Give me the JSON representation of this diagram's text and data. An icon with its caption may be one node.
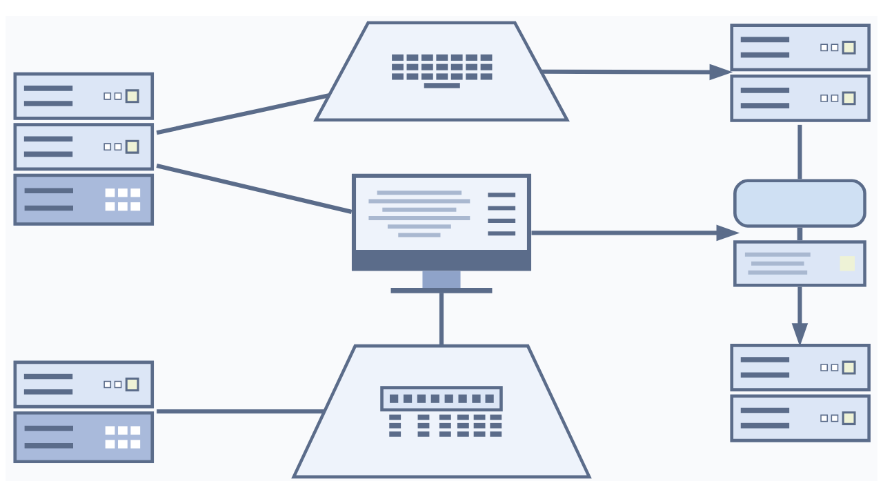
{
  "diagram": {
    "nodes": [
      {
        "text": [],
        "shape": "picture"
      },
      {
        "text": [],
        "shape": "picture"
      },
      {
        "text": [],
        "shape": "picture"
      },
      {
        "text": [],
        "shape": "picture"
      },
      {
        "text": [],
        "shape": "picture"
      },
      {
        "text": [],
        "shape": "picture"
      },
      {
        "text": [],
        "shape": "picture"
      },
      {
        "text": [],
        "shape": "picture"
      }
    ],
    "edges": [
      {
        "from": 2,
        "to": 0,
        "arrow": "none"
      },
      {
        "from": 2,
        "to": 3,
        "arrow": "none"
      },
      {
        "from": 0,
        "to": 1,
        "arrow": "to"
      },
      {
        "from": 3,
        "to": 4,
        "arrow": "to"
      },
      {
        "from": 1,
        "to": 4,
        "arrow": "none"
      },
      {
        "from": 4,
        "to": 7,
        "arrow": "to"
      },
      {
        "from": 3,
        "to": 6,
        "arrow": "none"
      },
      {
        "from": 5,
        "to": 6,
        "arrow": "none"
      }
    ]
  }
}
